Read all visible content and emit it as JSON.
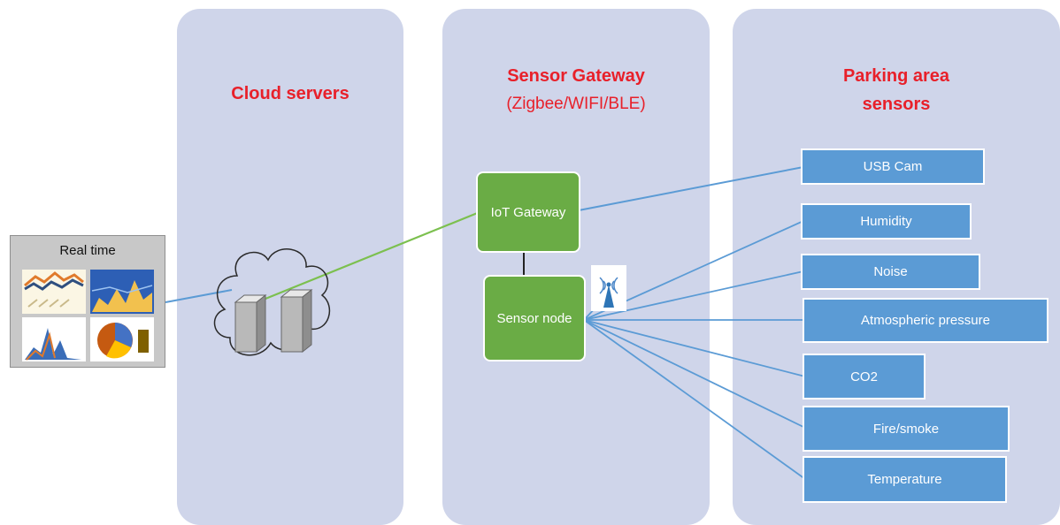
{
  "panels": {
    "cloud": {
      "title": "Cloud servers"
    },
    "gateway": {
      "title": "Sensor Gateway",
      "subtitle": "(Zigbee/WIFI/BLE)"
    },
    "parking": {
      "title_line1": "Parking area",
      "title_line2": "sensors"
    }
  },
  "dashboard": {
    "label": "Real time"
  },
  "nodes": {
    "iot_gateway": "IoT Gateway",
    "sensor_node": "Sensor node"
  },
  "sensors": [
    "USB Cam",
    "Humidity",
    "Noise",
    "Atmospheric pressure",
    "CO2",
    "Fire/smoke",
    "Temperature"
  ],
  "colors": {
    "panel_bg": "#cfd5ea",
    "title_red": "#e8202a",
    "node_green": "#6aac45",
    "sensor_blue": "#5b9bd5",
    "link_blue": "#5b9bd5",
    "link_green": "#7cc04f"
  }
}
